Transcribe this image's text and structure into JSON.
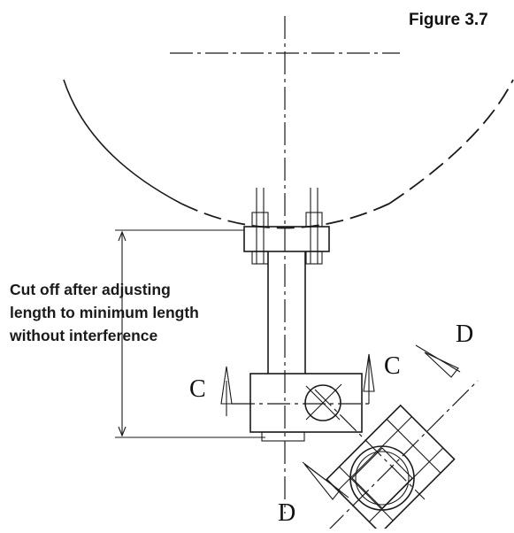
{
  "figure": {
    "label": "Figure 3.7"
  },
  "note": {
    "lines": [
      "Cut off after adjusting",
      "length to minimum length",
      "without interference"
    ]
  },
  "section_marks": {
    "c_left": "C",
    "c_right": "C",
    "d_top": "D",
    "d_bottom": "D"
  },
  "colors": {
    "ink": "#1a1a1a",
    "background": "#ffffff"
  }
}
